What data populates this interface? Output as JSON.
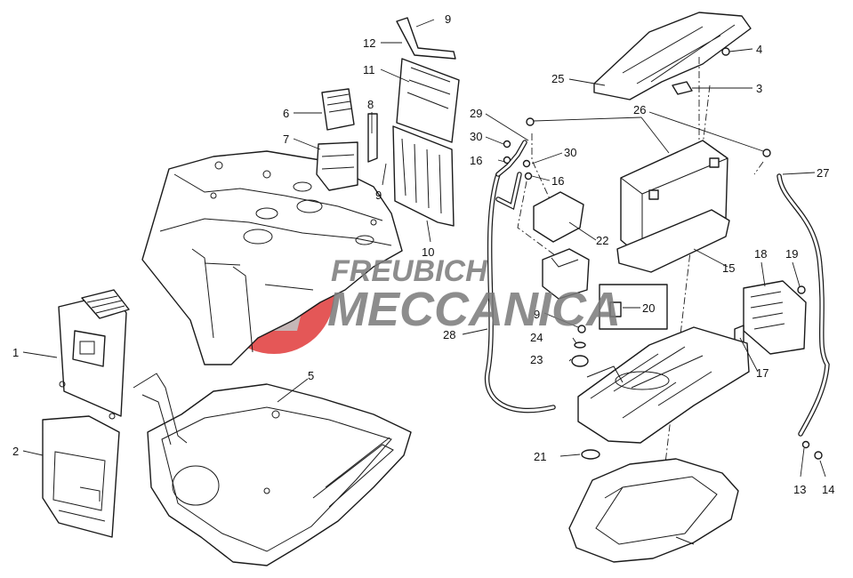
{
  "callouts": [
    "1",
    "2",
    "3",
    "4",
    "5",
    "6",
    "7",
    "8",
    "9",
    "9",
    "9",
    "10",
    "11",
    "12",
    "13",
    "14",
    "15",
    "16",
    "16",
    "17",
    "18",
    "19",
    "20",
    "21",
    "22",
    "23",
    "24",
    "25",
    "26",
    "27",
    "28",
    "29",
    "30",
    "30"
  ],
  "watermark": {
    "line1": "FREUBICH",
    "line2": "MECCANICA",
    "circle_color": "#e03a3a",
    "text_color": "#7a7a7a"
  }
}
